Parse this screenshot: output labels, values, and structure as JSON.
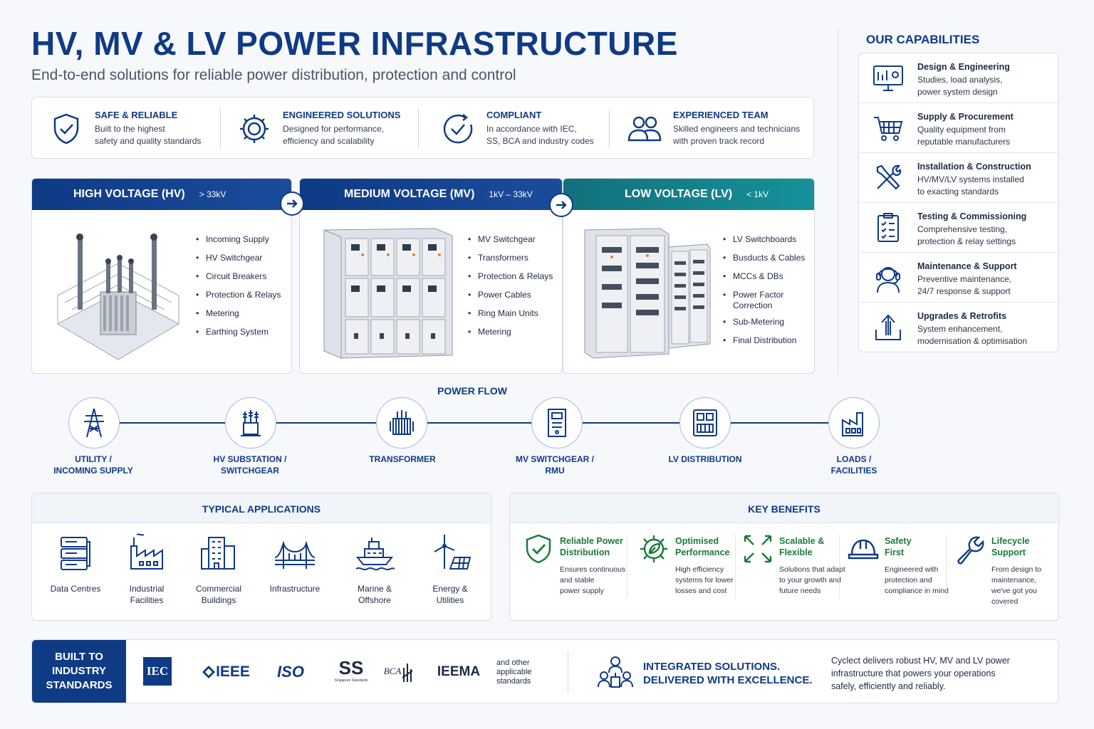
{
  "header": {
    "title": "HV, MV & LV POWER INFRASTRUCTURE",
    "subtitle": "End-to-end solutions for reliable power distribution, protection and control"
  },
  "features": [
    {
      "title": "SAFE & RELIABLE",
      "line1": "Built to the highest",
      "line2": "safety and quality standards",
      "icon": "shield-check-icon"
    },
    {
      "title": "ENGINEERED SOLUTIONS",
      "line1": "Designed for performance,",
      "line2": "efficiency and scalability",
      "icon": "gear-icon"
    },
    {
      "title": "COMPLIANT",
      "line1": "In accordance with IEC,",
      "line2": "SS, BCA and industry codes",
      "icon": "check-circle-icon"
    },
    {
      "title": "EXPERIENCED TEAM",
      "line1": "Skilled engineers and technicians",
      "line2": "with proven track record",
      "icon": "team-icon"
    }
  ],
  "voltage": {
    "hv": {
      "name": "HIGH VOLTAGE (HV)",
      "range": "> 33kV",
      "items": [
        "Incoming Supply",
        "HV Switchgear",
        "Circuit Breakers",
        "Protection & Relays",
        "Metering",
        "Earthing System"
      ]
    },
    "mv": {
      "name": "MEDIUM VOLTAGE (MV)",
      "range": "1kV – 33kV",
      "items": [
        "MV Switchgear",
        "Transformers",
        "Protection & Relays",
        "Power Cables",
        "Ring Main Units",
        "Metering"
      ]
    },
    "lv": {
      "name": "LOW VOLTAGE (LV)",
      "range": "< 1kV",
      "items": [
        "LV Switchboards",
        "Busducts & Cables",
        "MCCs & DBs",
        "Power Factor",
        "Correction",
        "Sub-Metering",
        "Final Distribution"
      ]
    }
  },
  "capabilities": {
    "title": "OUR CAPABILITIES",
    "items": [
      {
        "title": "Design & Engineering",
        "line1": "Studies, load analysis,",
        "line2": "power system design",
        "icon": "monitor-design-icon"
      },
      {
        "title": "Supply & Procurement",
        "line1": "Quality equipment from",
        "line2": "reputable manufacturers",
        "icon": "cart-icon"
      },
      {
        "title": "Installation & Construction",
        "line1": "HV/MV/LV systems installed",
        "line2": "to exacting standards",
        "icon": "tools-icon"
      },
      {
        "title": "Testing & Commissioning",
        "line1": "Comprehensive testing,",
        "line2": "protection & relay settings",
        "icon": "clipboard-icon"
      },
      {
        "title": "Maintenance & Support",
        "line1": "Preventive maintenance,",
        "line2": "24/7 response & support",
        "icon": "headset-icon"
      },
      {
        "title": "Upgrades & Retrofits",
        "line1": "System enhancement,",
        "line2": "modernisation & optimisation",
        "icon": "upload-arrow-icon"
      }
    ]
  },
  "power_flow": {
    "title": "POWER FLOW",
    "nodes": [
      {
        "line1": "UTILITY /",
        "line2": "INCOMING SUPPLY",
        "icon": "pylon-icon"
      },
      {
        "line1": "HV SUBSTATION /",
        "line2": "SWITCHGEAR",
        "icon": "substation-icon"
      },
      {
        "line1": "TRANSFORMER",
        "line2": "",
        "icon": "transformer-icon"
      },
      {
        "line1": "MV SWITCHGEAR /",
        "line2": "RMU",
        "icon": "switchgear-icon"
      },
      {
        "line1": "LV DISTRIBUTION",
        "line2": "",
        "icon": "distribution-board-icon"
      },
      {
        "line1": "LOADS /",
        "line2": "FACILITIES",
        "icon": "factory-icon"
      }
    ]
  },
  "applications": {
    "title": "TYPICAL APPLICATIONS",
    "items": [
      {
        "line1": "Data Centres",
        "line2": "",
        "icon": "server-icon"
      },
      {
        "line1": "Industrial",
        "line2": "Facilities",
        "icon": "factory-icon"
      },
      {
        "line1": "Commercial",
        "line2": "Buildings",
        "icon": "building-icon"
      },
      {
        "line1": "Infrastructure",
        "line2": "",
        "icon": "bridge-icon"
      },
      {
        "line1": "Marine &",
        "line2": "Offshore",
        "icon": "ship-icon"
      },
      {
        "line1": "Energy &",
        "line2": "Utilities",
        "icon": "wind-solar-icon"
      }
    ]
  },
  "benefits": {
    "title": "KEY BENEFITS",
    "items": [
      {
        "t1": "Reliable Power",
        "t2": "Distribution",
        "d1": "Ensures continuous",
        "d2": "and stable",
        "d3": "power supply",
        "d4": "",
        "icon": "shield-check-icon"
      },
      {
        "t1": "Optimised",
        "t2": "Performance",
        "d1": "High efficiency",
        "d2": "systems for lower",
        "d3": "losses and cost",
        "d4": "",
        "icon": "gear-leaf-icon"
      },
      {
        "t1": "Scalable &",
        "t2": "Flexible",
        "d1": "Solutions that adapt",
        "d2": "to your growth and",
        "d3": "future needs",
        "d4": "",
        "icon": "expand-arrows-icon"
      },
      {
        "t1": "Safety",
        "t2": "First",
        "d1": "Engineered with",
        "d2": "protection and",
        "d3": "compliance in mind",
        "d4": "",
        "icon": "hard-hat-icon"
      },
      {
        "t1": "Lifecycle",
        "t2": "Support",
        "d1": "From design to",
        "d2": "maintenance,",
        "d3": "we've got you",
        "d4": "covered",
        "icon": "wrench-icon"
      }
    ]
  },
  "standards": {
    "built_line1": "BUILT TO",
    "built_line2": "INDUSTRY",
    "built_line3": "STANDARDS",
    "logos": [
      "IEC",
      "IEEE",
      "ISO",
      "SS",
      "BCA",
      "IEEMA"
    ],
    "ss_caption": "Singapore Standards",
    "other_line1": "and other",
    "other_line2": "applicable",
    "other_line3": "standards",
    "integrated_line1": "INTEGRATED SOLUTIONS.",
    "integrated_line2": "DELIVERED WITH EXCELLENCE.",
    "desc_line1": "Cyclect delivers robust HV, MV and LV power",
    "desc_line2": "infrastructure that powers your operations",
    "desc_line3": "safely, efficiently and reliably."
  },
  "colors": {
    "navy": "#0f3a84",
    "teal": "#13838c",
    "green": "#1b7a3a"
  }
}
